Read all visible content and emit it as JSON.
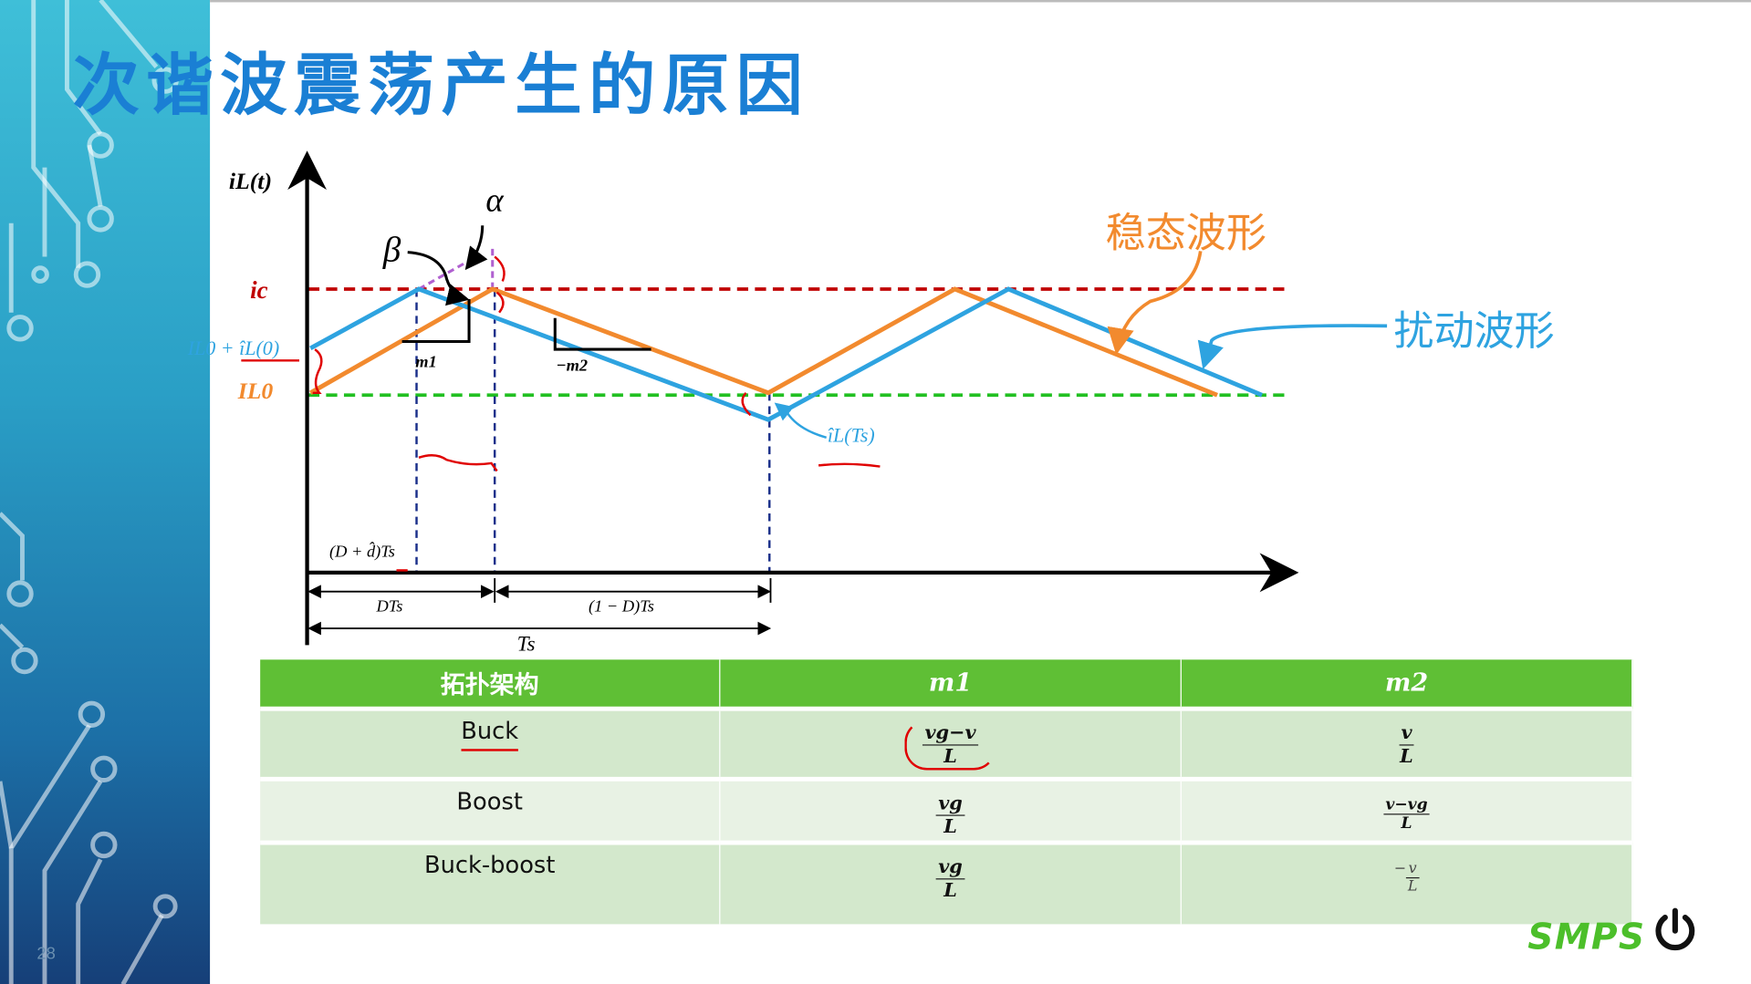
{
  "slide": {
    "title": "次谐波震荡产生的原因",
    "page_number": "28",
    "logo_text": "SMPS"
  },
  "diagram": {
    "y_axis_label": "iL(t)",
    "ic_label": "ic",
    "perturbed_start_label": "IL0 + îL(0)",
    "steady_start_label": "IL0",
    "alpha_label": "α",
    "beta_label": "β",
    "m1_label": "m1",
    "m2_label": "−m2",
    "perturbed_duty_label": "(D + d̂)Ts",
    "dt_label": "DTs",
    "one_minus_d_label": "(1 − D)Ts",
    "ts_label": "Ts",
    "end_value_label": "îL(Ts)",
    "steady_waveform_label": "稳态波形",
    "perturbed_waveform_label": "扰动波形",
    "colors": {
      "steady": "#f28a2e",
      "perturbed": "#2ea3e0",
      "ic_line": "#c00000",
      "il0_line": "#22c022",
      "guide": "#1a2f8a",
      "annotation": "#e00000"
    }
  },
  "table": {
    "headers": [
      "拓扑架构",
      "m1",
      "m2"
    ],
    "rows": [
      {
        "topology": "Buck",
        "m1_num": "vg−v",
        "m1_den": "L",
        "m2_num": "v",
        "m2_den": "L"
      },
      {
        "topology": "Boost",
        "m1_num": "vg",
        "m1_den": "L",
        "m2_num": "v−vg",
        "m2_den": "L"
      },
      {
        "topology": "Buck-boost",
        "m1_num": "vg",
        "m1_den": "L",
        "m2_sign": "−",
        "m2_num": "v",
        "m2_den": "L"
      }
    ],
    "header_color": "#5fbf35"
  }
}
